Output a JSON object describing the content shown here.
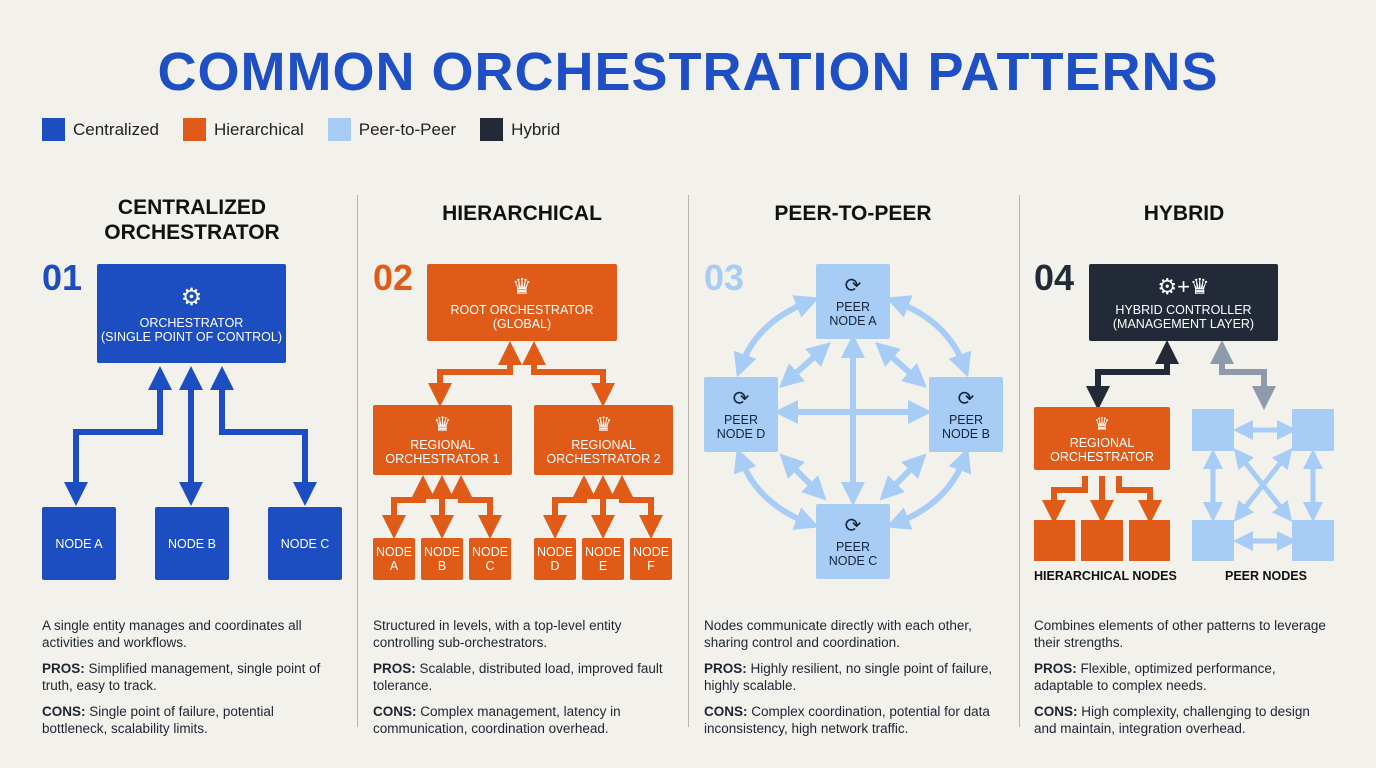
{
  "title": "COMMON ORCHESTRATION PATTERNS",
  "legend": [
    {
      "label": "Centralized",
      "color": "#1c4ec2"
    },
    {
      "label": "Hierarchical",
      "color": "#e05a18"
    },
    {
      "label": "Peer-to-Peer",
      "color": "#a7ccf5"
    },
    {
      "label": "Hybrid",
      "color": "#212a36"
    }
  ],
  "columns": {
    "centralized": {
      "title": "CENTRALIZED\nORCHESTRATOR",
      "number": "01",
      "main_box": "ORCHESTRATOR\n(SINGLE POINT OF CONTROL)",
      "nodes": [
        "NODE A",
        "NODE B",
        "NODE C"
      ],
      "description": "A single entity manages and coordinates all activities and workflows.",
      "pros_label": "PROS:",
      "pros": "Simplified management, single point of truth, easy to track.",
      "cons_label": "CONS:",
      "cons": "Single point of failure, potential bottleneck, scalability limits."
    },
    "hierarchical": {
      "title": "HIERARCHICAL",
      "number": "02",
      "root_box": "ROOT ORCHESTRATOR\n(GLOBAL)",
      "regional": [
        "REGIONAL\nORCHESTRATOR 1",
        "REGIONAL\nORCHESTRATOR 2"
      ],
      "nodes": [
        "NODE\nA",
        "NODE\nB",
        "NODE\nC",
        "NODE\nD",
        "NODE\nE",
        "NODE\nF"
      ],
      "description": "Structured in levels, with a top-level entity controlling sub-orchestrators.",
      "pros_label": "PROS:",
      "pros": "Scalable, distributed load, improved fault tolerance.",
      "cons_label": "CONS:",
      "cons": "Complex management, latency in communication, coordination overhead."
    },
    "p2p": {
      "title": "PEER-TO-PEER",
      "number": "03",
      "nodes": [
        "PEER\nNODE A",
        "PEER\nNODE B",
        "PEER\nNODE C",
        "PEER\nNODE D"
      ],
      "description": "Nodes communicate directly with each other, sharing control and coordination.",
      "pros_label": "PROS:",
      "pros": "Highly resilient, no single point of failure, highly scalable.",
      "cons_label": "CONS:",
      "cons": "Complex coordination, potential for data inconsistency, high network traffic."
    },
    "hybrid": {
      "title": "HYBRID",
      "number": "04",
      "controller": "HYBRID CONTROLLER\n(MANAGEMENT LAYER)",
      "regional": "REGIONAL\nORCHESTRATOR",
      "caption_left": "HIERARCHICAL NODES",
      "caption_right": "PEER NODES",
      "description": "Combines elements of other patterns to leverage their strengths.",
      "pros_label": "PROS:",
      "pros": "Flexible, optimized performance, adaptable to complex needs.",
      "cons_label": "CONS:",
      "cons": "High complexity, challenging to design and maintain, integration overhead."
    }
  }
}
